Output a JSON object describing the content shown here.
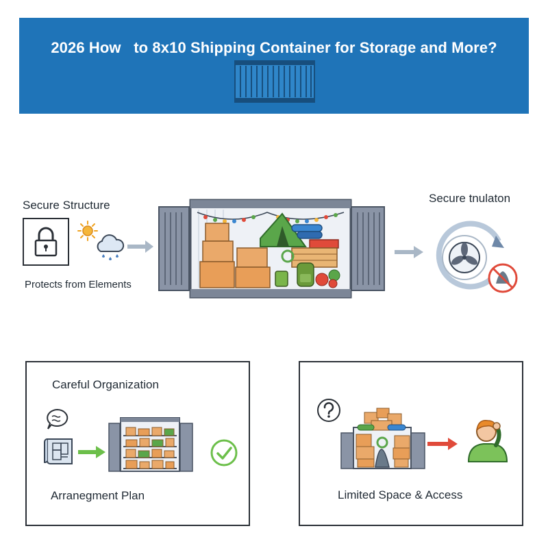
{
  "header": {
    "title": "2026 How   to 8x10 Shipping Container for Storage and More?",
    "bg_color": "#1f74b8"
  },
  "secure_structure": {
    "label": "Secure Structure",
    "caption": "Protects from Elements",
    "icons": [
      "lock-icon",
      "sun-icon",
      "rain-cloud-icon"
    ]
  },
  "insulation": {
    "label": "Secure tnulaton",
    "icons": [
      "fan-icon",
      "cycle-arrow-icon",
      "no-mold-icon"
    ]
  },
  "organization": {
    "label": "Careful Organization",
    "caption": "Arranegment Plan",
    "icons": [
      "chat-bubble-icon",
      "floor-plan-icon",
      "check-circle-icon"
    ]
  },
  "limited_space": {
    "label": "Limited Space & Access",
    "icons": [
      "question-icon",
      "confused-person-icon"
    ]
  },
  "colors": {
    "arrow_gray": "#a9b7c6",
    "arrow_green": "#6cbf4a",
    "arrow_red": "#e04a3a",
    "container_gray": "#8a94a6",
    "box_tan": "#eaa96a",
    "tent_green": "#5aa64a"
  }
}
